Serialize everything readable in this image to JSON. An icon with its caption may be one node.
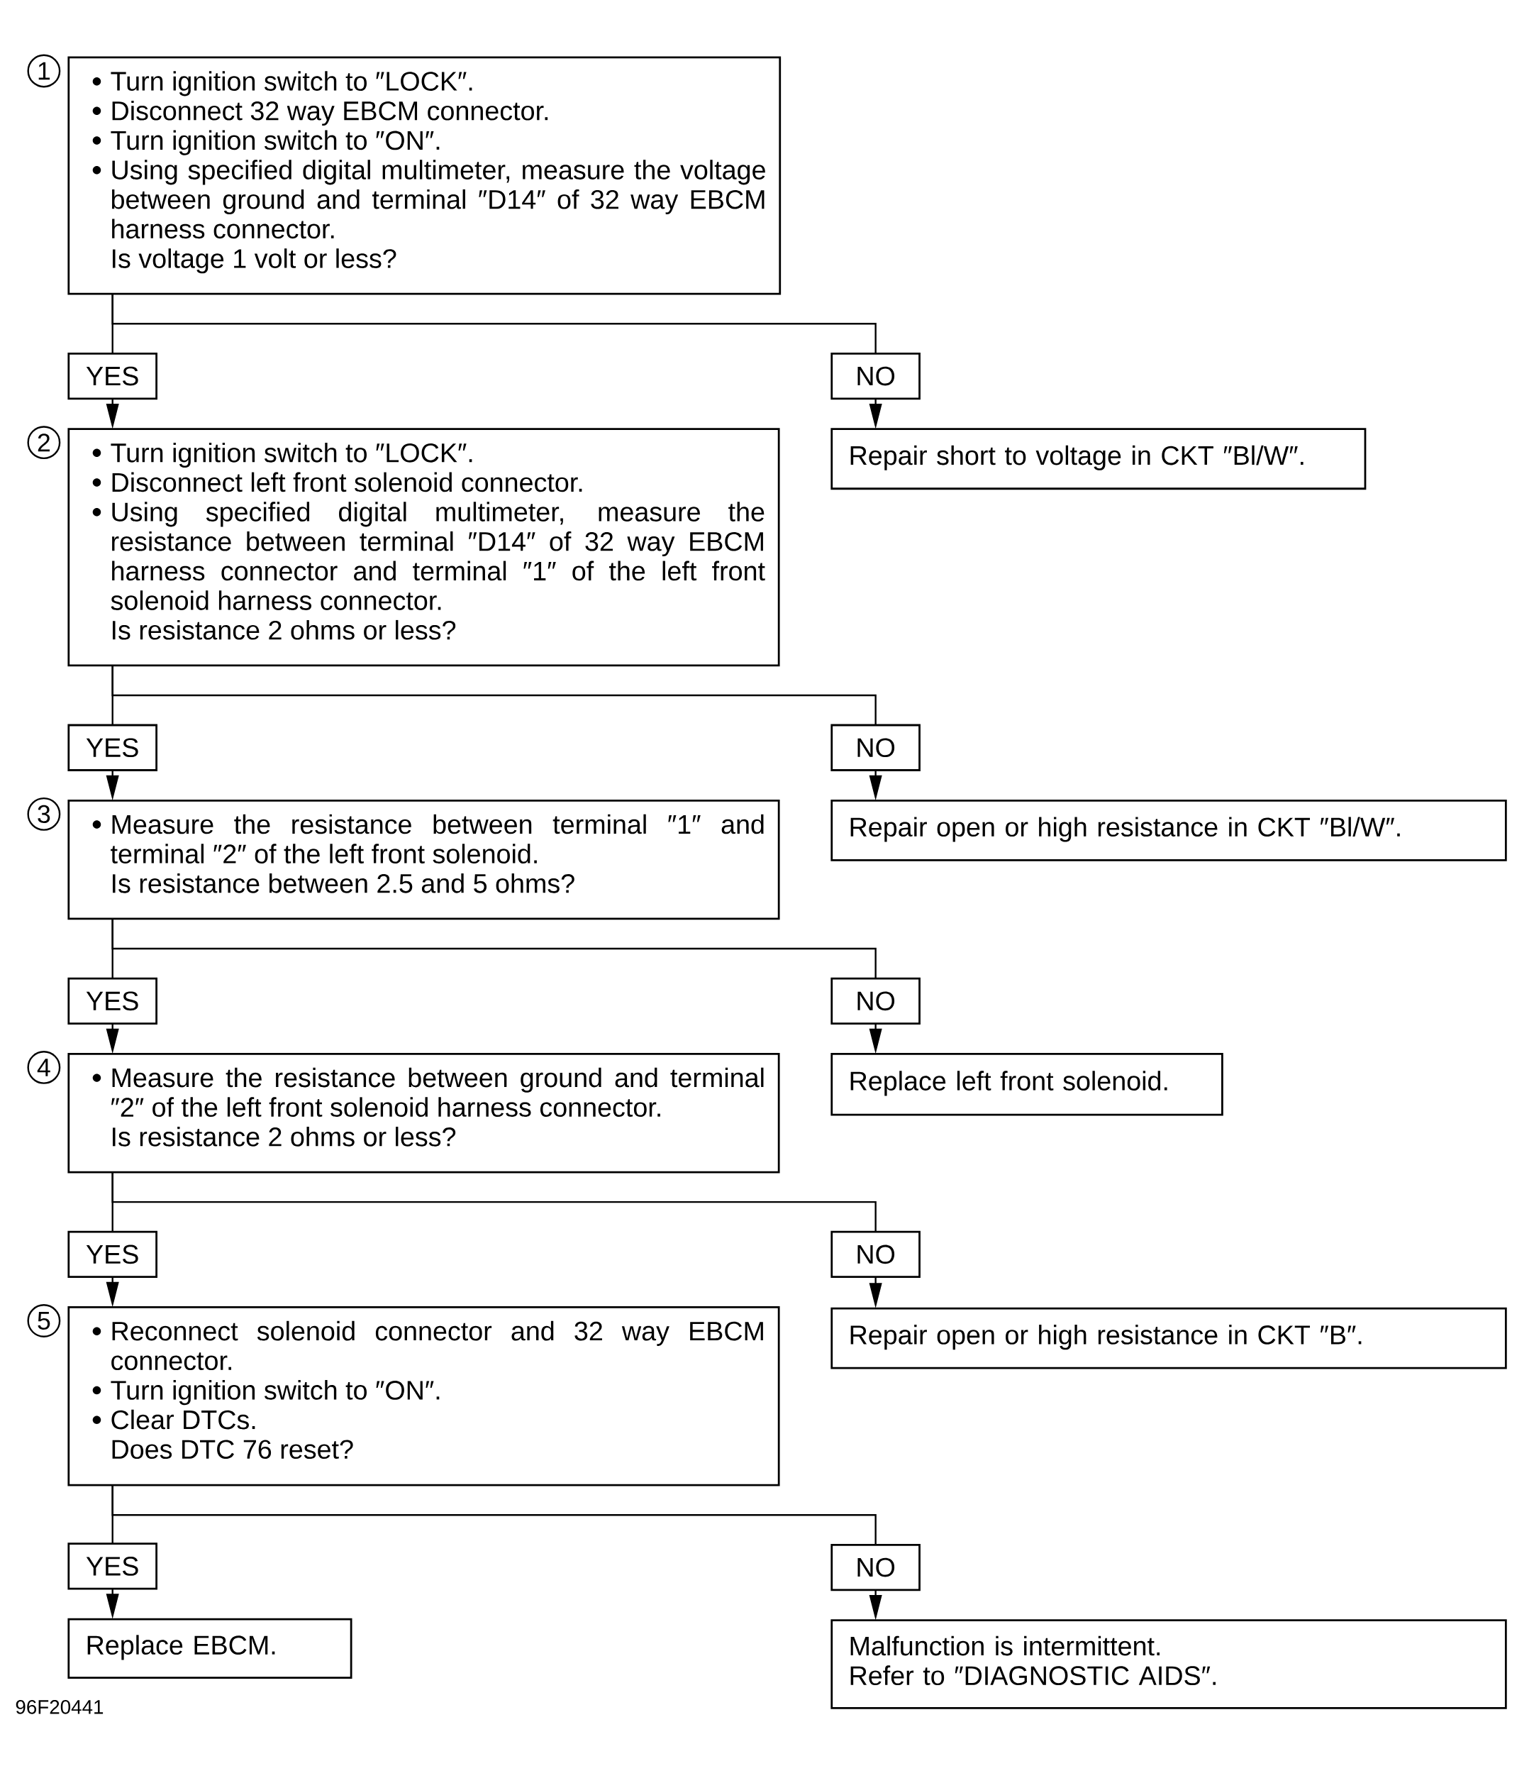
{
  "diagram": {
    "nodes": [
      {
        "text": [
          "Turn ignition switch to ″LOCK″.",
          "Disconnect 32 way EBCM connector.",
          "Turn ignition switch to ″ON″.",
          "Using specified digital multimeter, measure the voltage between ground and terminal ″D14″ of 32 way EBCM harness connector.",
          "Is voltage 1 volt or less?"
        ],
        "beside": [
          "1"
        ]
      },
      {
        "text": [
          "YES"
        ]
      },
      {
        "text": [
          "NO"
        ]
      },
      {
        "text": [
          "Repair short to voltage in CKT ″Bl/W″."
        ]
      },
      {
        "text": [
          "Turn ignition switch to ″LOCK″.",
          "Disconnect left front solenoid connector.",
          "Using specified digital multimeter, measure the resistance between terminal ″D14″ of 32 way EBCM harness connector and terminal ″1″ of the left front solenoid harness connector.",
          "Is resistance 2 ohms or less?"
        ],
        "beside": [
          "2"
        ]
      },
      {
        "text": [
          "YES"
        ]
      },
      {
        "text": [
          "NO"
        ]
      },
      {
        "text": [
          "Repair open or high resistance in CKT ″Bl/W″."
        ]
      },
      {
        "text": [
          "Measure the resistance between terminal ″1″ and terminal ″2″ of the left front solenoid.",
          "Is resistance between 2.5 and 5 ohms?"
        ],
        "beside": [
          "3"
        ]
      },
      {
        "text": [
          "YES"
        ]
      },
      {
        "text": [
          "NO"
        ]
      },
      {
        "text": [
          "Replace left front solenoid."
        ]
      },
      {
        "text": [
          "Measure the resistance between ground and terminal ″2″ of the left front solenoid harness connector.",
          "Is resistance 2 ohms or less?"
        ],
        "beside": [
          "4"
        ]
      },
      {
        "text": [
          "YES"
        ]
      },
      {
        "text": [
          "NO"
        ]
      },
      {
        "text": [
          "Repair open or high resistance in CKT ″B″."
        ]
      },
      {
        "text": [
          "Reconnect solenoid connector and 32 way EBCM connector.",
          "Turn ignition switch to ″ON″.",
          "Clear DTCs.",
          "Does DTC 76 reset?"
        ],
        "beside": [
          "5"
        ]
      },
      {
        "text": [
          "YES"
        ]
      },
      {
        "text": [
          "NO"
        ]
      },
      {
        "text": [
          "Replace EBCM."
        ]
      },
      {
        "text": [
          "Malfunction is intermittent.",
          "Refer to ″DIAGNOSTIC AIDS″."
        ]
      }
    ],
    "edges": [
      {
        "from": 0,
        "to": 1,
        "arrow": "none"
      },
      {
        "from": 0,
        "to": 2,
        "arrow": "none"
      },
      {
        "from": 1,
        "to": 4,
        "arrow": "to"
      },
      {
        "from": 2,
        "to": 3,
        "arrow": "to"
      },
      {
        "from": 4,
        "to": 5,
        "arrow": "none"
      },
      {
        "from": 4,
        "to": 6,
        "arrow": "none"
      },
      {
        "from": 5,
        "to": 8,
        "arrow": "to"
      },
      {
        "from": 6,
        "to": 7,
        "arrow": "to"
      },
      {
        "from": 8,
        "to": 9,
        "arrow": "none"
      },
      {
        "from": 8,
        "to": 10,
        "arrow": "none"
      },
      {
        "from": 9,
        "to": 12,
        "arrow": "to"
      },
      {
        "from": 10,
        "to": 11,
        "arrow": "to"
      },
      {
        "from": 12,
        "to": 13,
        "arrow": "none"
      },
      {
        "from": 12,
        "to": 14,
        "arrow": "none"
      },
      {
        "from": 13,
        "to": 16,
        "arrow": "to"
      },
      {
        "from": 14,
        "to": 15,
        "arrow": "to"
      },
      {
        "from": 16,
        "to": 17,
        "arrow": "none"
      },
      {
        "from": 16,
        "to": 18,
        "arrow": "none"
      },
      {
        "from": 17,
        "to": 19,
        "arrow": "to"
      },
      {
        "from": 18,
        "to": 20,
        "arrow": "to"
      }
    ],
    "labels": [
      "96F20441"
    ]
  }
}
